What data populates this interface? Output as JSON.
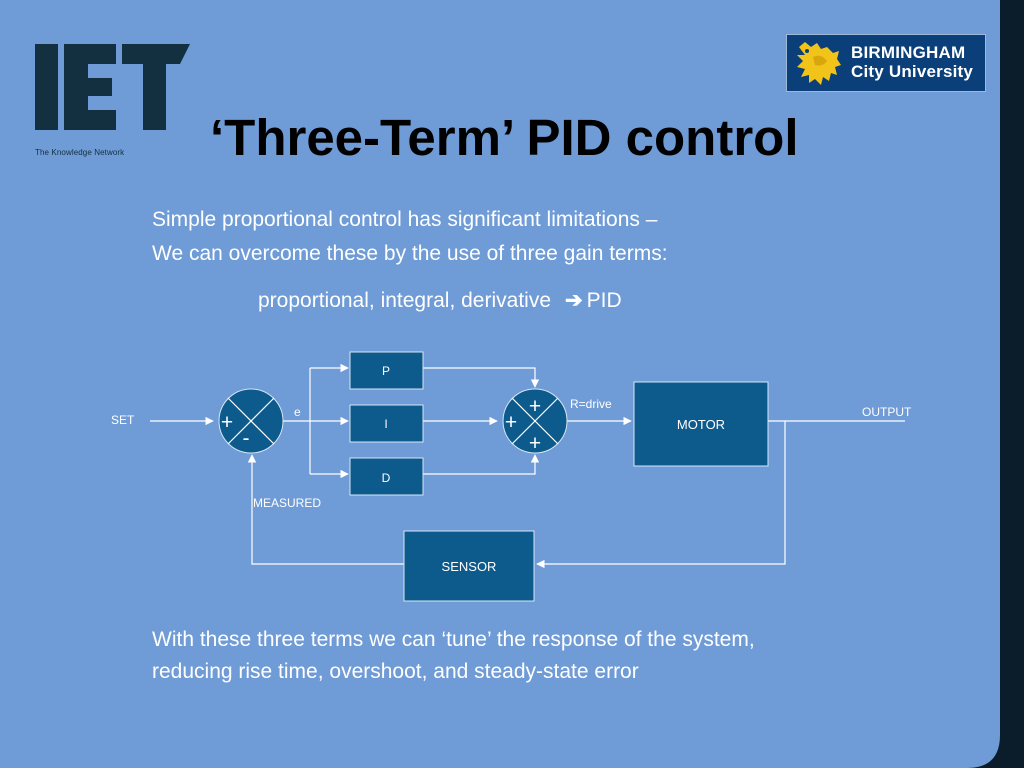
{
  "colors": {
    "panel": "#6f9bd6",
    "dark_edge": "#0b1d2b",
    "block_fill": "#0d5a8c",
    "block_stroke": "#d7e6f5",
    "line": "#ffffff",
    "title": "#000000",
    "bcu_blue": "#0b3f7a",
    "bcu_gold": "#f2c318"
  },
  "logos": {
    "iet": {
      "letters": "IET",
      "tagline": "The Knowledge Network"
    },
    "bcu": {
      "line1": "BIRMINGHAM",
      "line2": "City University",
      "icon": "lion-crest-icon"
    }
  },
  "title": "‘Three-Term’ PID control",
  "intro": {
    "line1": "Simple proportional control has significant limitations –",
    "line2": "We can overcome these by the use of three gain terms:"
  },
  "terms": {
    "list": "proportional, integral, derivative",
    "arrow": "➔",
    "result": "PID"
  },
  "diagram": {
    "labels": {
      "set": "SET",
      "error": "e",
      "measured": "MEASURED",
      "drive": "R=drive",
      "output": "OUTPUT"
    },
    "blocks": {
      "p": "P",
      "i": "I",
      "d": "D",
      "motor": "MOTOR",
      "sensor": "SENSOR"
    },
    "summer1": {
      "sign_left": "+",
      "sign_bottom": "-"
    },
    "summer2": {
      "sign_left": "+",
      "sign_top": "+",
      "sign_bottom": "+"
    }
  },
  "outro": {
    "line1": "With these three terms we can ‘tune’ the response of the system,",
    "line2": "reducing rise time, overshoot, and steady-state error"
  }
}
